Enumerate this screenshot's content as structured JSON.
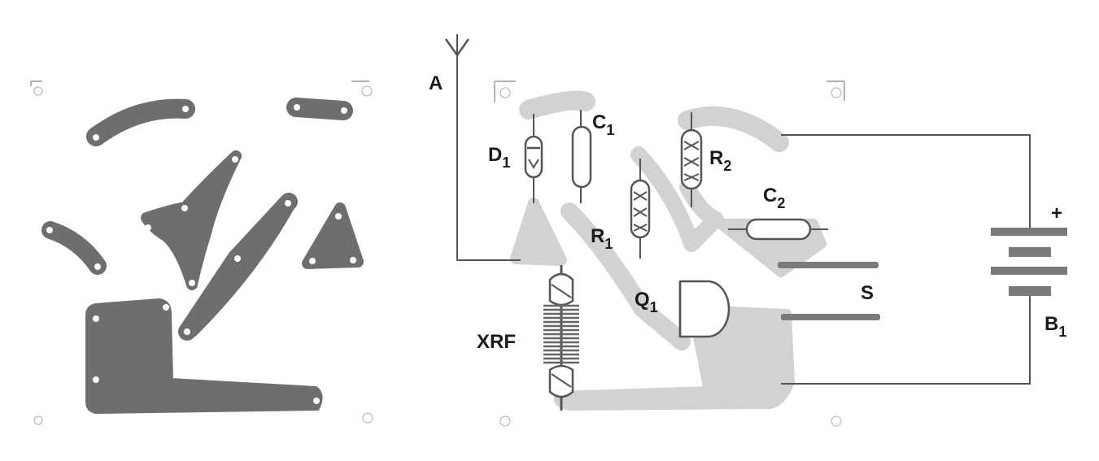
{
  "labels": {
    "antenna": "A",
    "diode": "D",
    "diode_sub": "1",
    "cap1": "C",
    "cap1_sub": "1",
    "res1": "R",
    "res1_sub": "1",
    "res2": "R",
    "res2_sub": "2",
    "cap2": "C",
    "cap2_sub": "2",
    "transistor": "Q",
    "transistor_sub": "1",
    "coil": "XRF",
    "switch": "S",
    "battery": "B",
    "battery_sub": "1",
    "battery_plus": "+"
  },
  "colors": {
    "copper_trace": "#6e6e6e",
    "overlay_trace": "#d2d2d2",
    "component_outline": "#555555",
    "wire": "#555555",
    "text": "#1a1a1a"
  }
}
